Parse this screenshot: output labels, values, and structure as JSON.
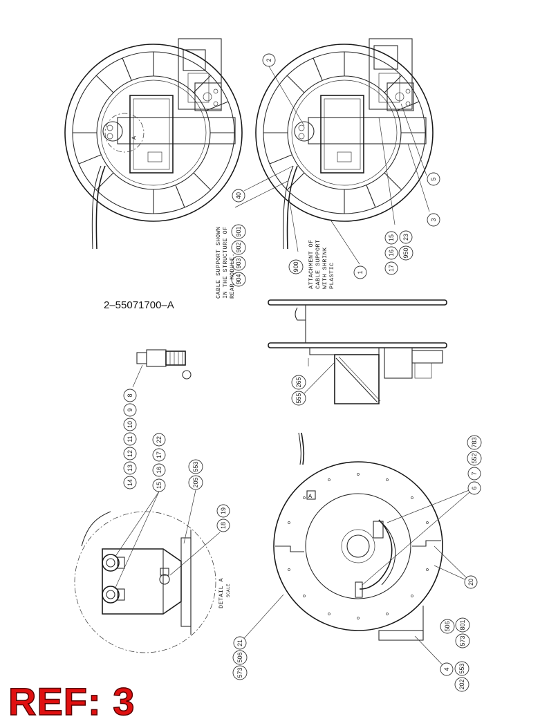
{
  "drawing": {
    "document_number": "2–55071700–A",
    "ref_label": "REF: 3",
    "notes": {
      "cable_support": [
        "CABLE SUPPORT SHOWN",
        "IN THE STRUCTURE OF",
        "REAR MODULE."
      ],
      "attachment": [
        "ATTACHMENT OF",
        "CABLE SUPPORT",
        "WITH SHRINK",
        "PLASTIC"
      ],
      "detail": "DETAIL A",
      "detail_scale": "SCALE"
    },
    "balloons_top_right": [
      "2",
      "5",
      "3",
      "1",
      "40",
      "900",
      "17",
      "16",
      "15",
      "950",
      "23",
      "904",
      "903",
      "902",
      "901"
    ],
    "balloons_side_view": [
      "555",
      "265"
    ],
    "balloons_middle": [
      "8",
      "9",
      "10",
      "11",
      "12",
      "13",
      "14",
      "15",
      "16",
      "17",
      "22",
      "205",
      "553",
      "18",
      "19"
    ],
    "balloons_bottom": [
      "6",
      "7",
      "552",
      "783",
      "20",
      "506",
      "573",
      "801",
      "4",
      "202",
      "553",
      "21",
      "506",
      "573"
    ]
  }
}
